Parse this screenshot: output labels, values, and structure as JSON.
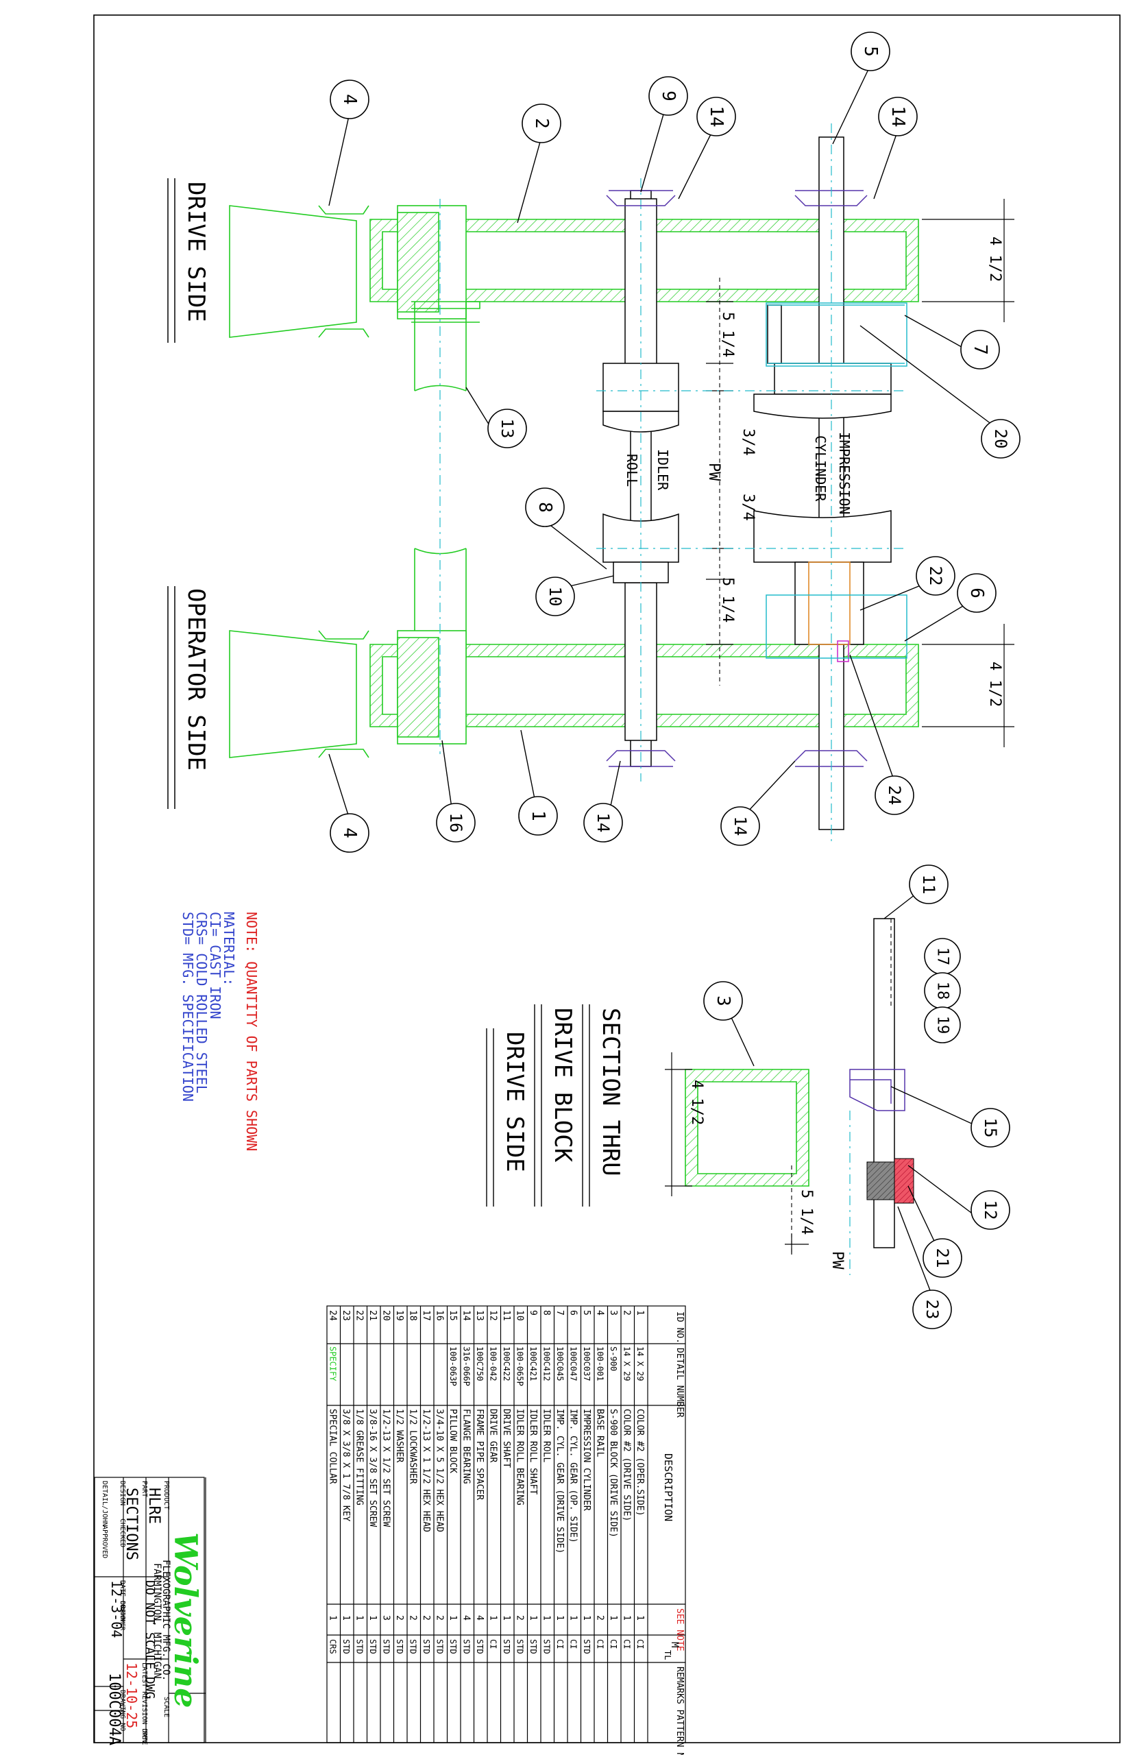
{
  "views": {
    "drive_side_label": "DRIVE SIDE",
    "operator_side_label": "OPERATOR SIDE",
    "impression_label": "IMPRESSION",
    "cylinder_label": "CYLINDER",
    "idler_label": "IDLER",
    "roll_label": "ROLL",
    "section_title_1": "SECTION THRU",
    "section_title_2": "DRIVE BLOCK",
    "section_title_3": "DRIVE SIDE"
  },
  "dimensions": {
    "d_4_half_a": "4 1/2",
    "d_5_quarter_a": "5 1/4",
    "d_3_4_a": "3/4",
    "d_pw": "PW",
    "d_3_4_b": "3/4",
    "d_5_quarter_b": "5 1/4",
    "d_4_half_b": "4 1/2",
    "d_4_half_c": "4 1/2",
    "d_5_quarter_c": "5 1/4",
    "d_pw_c": "PW"
  },
  "balloons": {
    "b5": "5",
    "b14a": "14",
    "b14b": "14",
    "b9": "9",
    "b2": "2",
    "b4a": "4",
    "b7": "7",
    "b20": "20",
    "b13": "13",
    "b8": "8",
    "b10": "10",
    "b22": "22",
    "b6": "6",
    "b24": "24",
    "b14c": "14",
    "b14d": "14",
    "b1": "1",
    "b16": "16",
    "b4b": "4",
    "b11": "11",
    "b17": "17",
    "b18": "18",
    "b19": "19",
    "b3": "3",
    "b15": "15",
    "b12": "12",
    "b21": "21",
    "b23": "23"
  },
  "notes": {
    "quantity_note": "NOTE: QUANTITY OF PARTS SHOWN",
    "material_title": "MATERIAL:",
    "ci": "CI= CAST IRON",
    "crs": "CRS= COLD ROLLED STEEL",
    "std": "STD= MFG. SPECIFICATION"
  },
  "bom": {
    "headers": {
      "id": "ID NO.",
      "detail": "DETAIL NUMBER",
      "desc": "DESCRIPTION",
      "see_note": "SEE NOTE",
      "qty_m": "M",
      "qty_t": "TL",
      "remarks": "REMARKS PATTERN NO."
    },
    "rows": [
      {
        "id": "1",
        "detail": "14 X 29",
        "desc": "COLOR #2 (OPER.SIDE)",
        "qty": "1",
        "mat": "CI"
      },
      {
        "id": "2",
        "detail": "14 X 29",
        "desc": "COLOR #2 (DRIVE SIDE)",
        "qty": "1",
        "mat": "CI"
      },
      {
        "id": "3",
        "detail": "S-900",
        "desc": "S-900 BLOCK (DRIVE SIDE)",
        "qty": "1",
        "mat": "CI"
      },
      {
        "id": "4",
        "detail": "100-001",
        "desc": "BASE RAIL",
        "qty": "2",
        "mat": "CI"
      },
      {
        "id": "5",
        "detail": "100C037",
        "desc": "IMPRESSION CYLINDER",
        "qty": "1",
        "mat": "STD"
      },
      {
        "id": "6",
        "detail": "100C047",
        "desc": "IMP. CYL. GEAR (OP. SIDE)",
        "qty": "1",
        "mat": "CI"
      },
      {
        "id": "7",
        "detail": "100C045",
        "desc": "IMP. CYL. GEAR (DRIVE SIDE)",
        "qty": "1",
        "mat": "CI"
      },
      {
        "id": "8",
        "detail": "100C412",
        "desc": "IDLER ROLL",
        "qty": "1",
        "mat": "STD"
      },
      {
        "id": "9",
        "detail": "100C421",
        "desc": "IDLER ROLL SHAFT",
        "qty": "1",
        "mat": "STD"
      },
      {
        "id": "10",
        "detail": "100-065P",
        "desc": "IDLER ROLL BEARING",
        "qty": "2",
        "mat": "STD"
      },
      {
        "id": "11",
        "detail": "100C422",
        "desc": "DRIVE SHAFT",
        "qty": "1",
        "mat": "STD"
      },
      {
        "id": "12",
        "detail": "100-042",
        "desc": "DRIVE GEAR",
        "qty": "1",
        "mat": "CI"
      },
      {
        "id": "13",
        "detail": "100C750",
        "desc": "FRAME PIPE SPACER",
        "qty": "4",
        "mat": "STD"
      },
      {
        "id": "14",
        "detail": "316-066P",
        "desc": "FLANGE BEARING",
        "qty": "4",
        "mat": "STD"
      },
      {
        "id": "15",
        "detail": "100-063P",
        "desc": "PILLOW BLOCK",
        "qty": "1",
        "mat": "STD"
      },
      {
        "id": "16",
        "detail": "",
        "desc": "3/4-10 X 5 1/2 HEX HEAD",
        "qty": "2",
        "mat": "STD"
      },
      {
        "id": "17",
        "detail": "",
        "desc": "1/2-13 X 1 1/2 HEX HEAD",
        "qty": "2",
        "mat": "STD"
      },
      {
        "id": "18",
        "detail": "",
        "desc": "1/2 LOCKWASHER",
        "qty": "2",
        "mat": "STD"
      },
      {
        "id": "19",
        "detail": "",
        "desc": "1/2 WASHER",
        "qty": "2",
        "mat": "STD"
      },
      {
        "id": "20",
        "detail": "",
        "desc": "1/2-13 X 1/2 SET SCREW",
        "qty": "3",
        "mat": "STD"
      },
      {
        "id": "21",
        "detail": "",
        "desc": "3/8-16 X 3/8 SET SCREW",
        "qty": "1",
        "mat": "STD"
      },
      {
        "id": "22",
        "detail": "",
        "desc": "1/8 GREASE FITTING",
        "qty": "1",
        "mat": "STD"
      },
      {
        "id": "23",
        "detail": "",
        "desc": "3/8 X 3/8 X 1 7/8 KEY",
        "qty": "1",
        "mat": "STD"
      },
      {
        "id": "24",
        "detail": "SPECIFY",
        "desc": "SPECIAL COLLAR",
        "qty": "1",
        "mat": "CRS"
      }
    ]
  },
  "title_block": {
    "logo": "Wolverine",
    "company": "FLEXOGRAPHIC MFG. CO.",
    "city": "FARMINGTON, MICHIGAN",
    "product_label": "PRODUCT",
    "product": "HLRE",
    "part_label": "PART",
    "part": "SECTIONS",
    "do_not_scale": "DO NOT SCALE DWG",
    "scale_label": "SCALE",
    "date_drawn_label": "DATE DRAWN",
    "date_drawn": "12-3-04",
    "latest_rev_label": "LATEST REVISION DATE",
    "latest_rev": "12-10-25",
    "rev_label": "REV",
    "customer_label": "CUSTOMER",
    "drawing_no_label": "DRAWING NO.",
    "drawing_no": "100C004A",
    "design_label": "DESIGN",
    "checked_label": "CHECKED",
    "detail_label": "DETAIL/JOHN",
    "approved_label": "APPROVED"
  },
  "colors": {
    "green": "#22cc22",
    "cyan": "#22bbcc",
    "purple": "#5533aa",
    "red": "#dd2222",
    "blue": "#3344cc"
  }
}
